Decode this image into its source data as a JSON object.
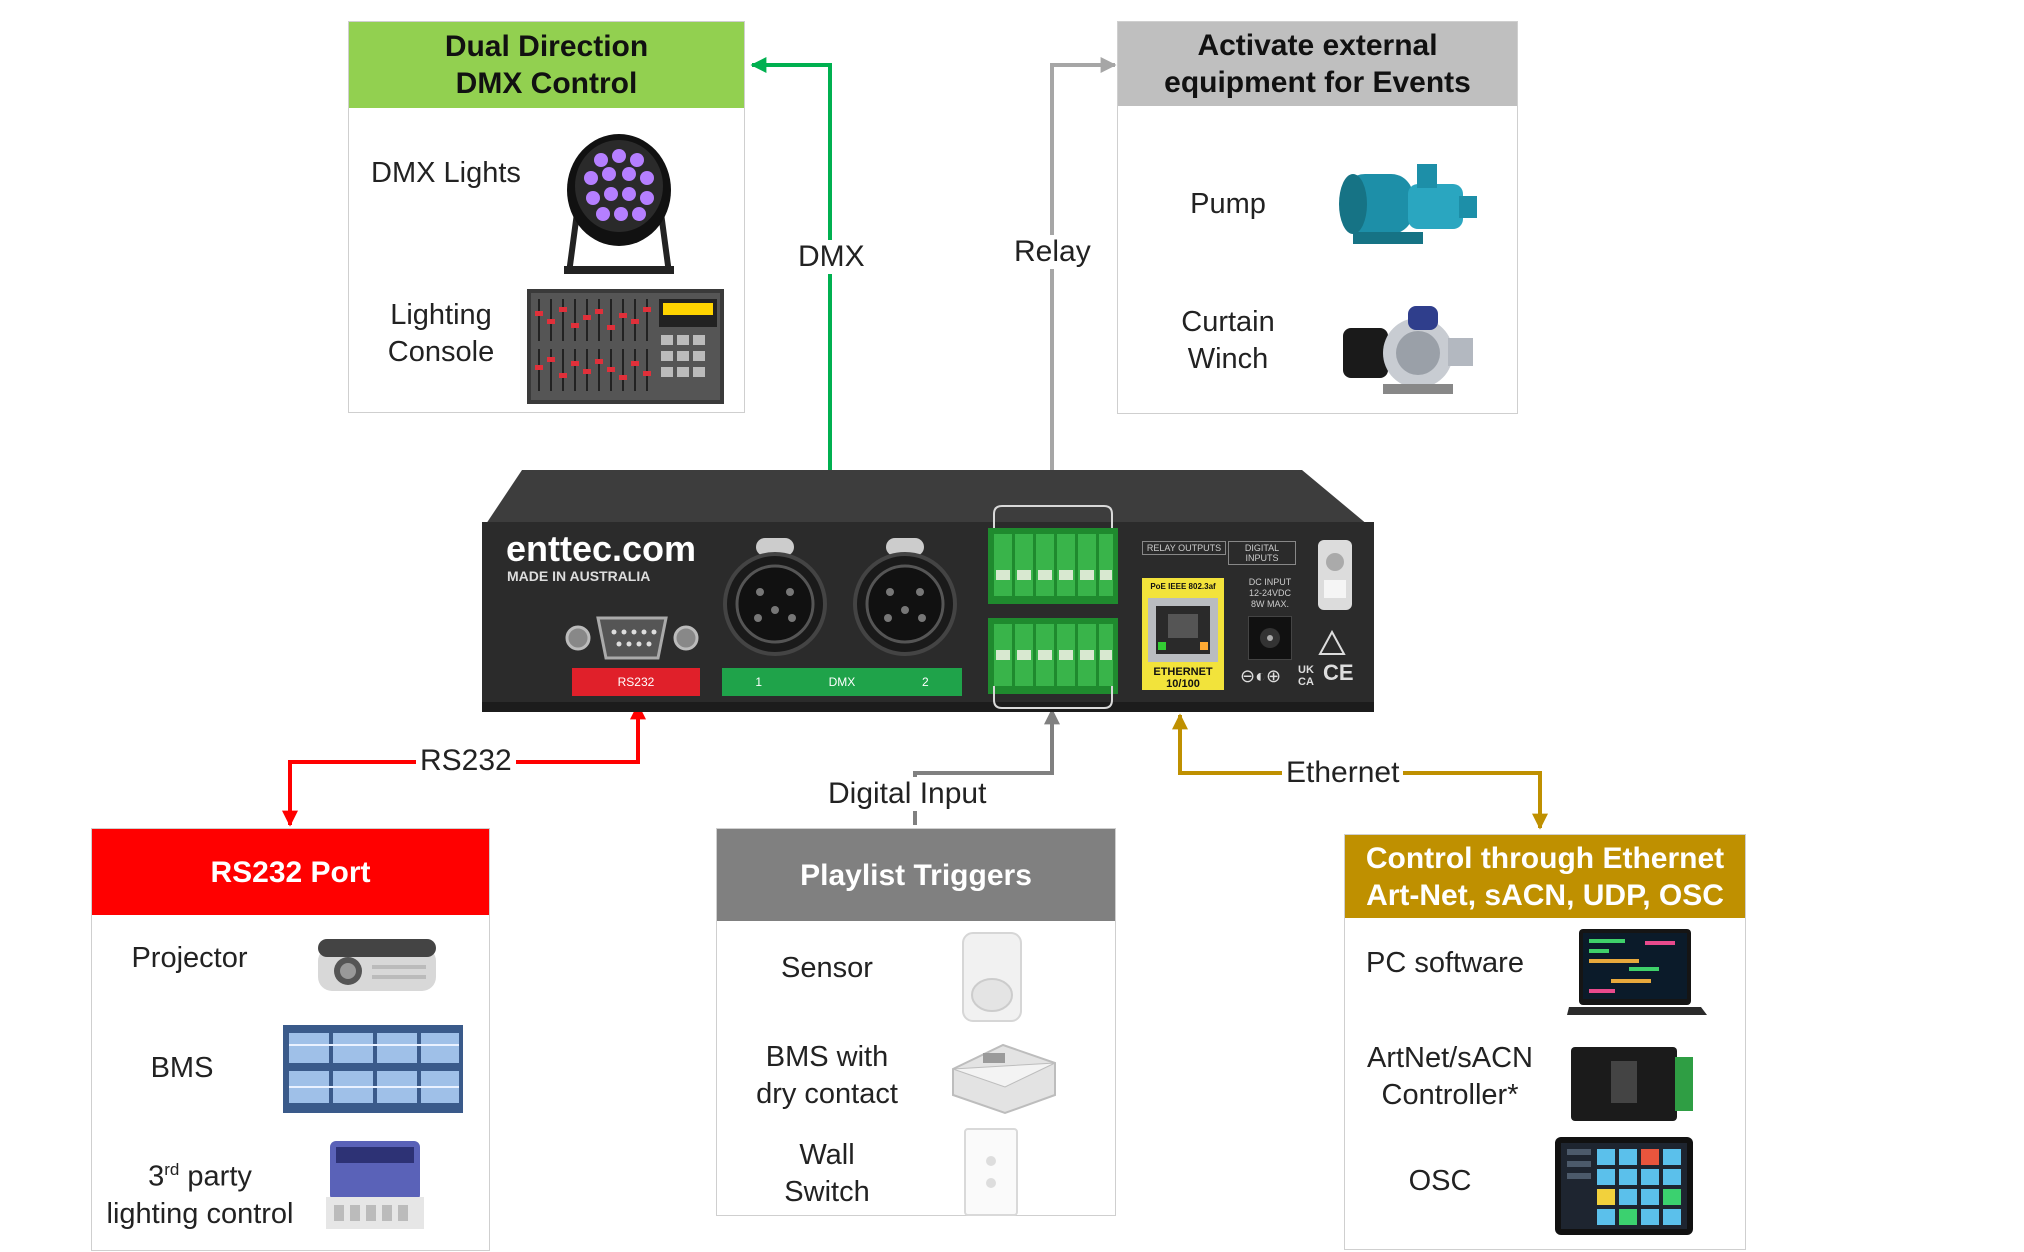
{
  "boxes": {
    "dmx": {
      "title_line1": "Dual Direction",
      "title_line2": "DMX Control",
      "color": "#92d050",
      "items": [
        {
          "label_line1": "DMX Lights",
          "label_line2": ""
        },
        {
          "label_line1": "Lighting",
          "label_line2": "Console"
        }
      ]
    },
    "events": {
      "title_line1": "Activate external",
      "title_line2": "equipment for Events",
      "color": "#bfbfbf",
      "items": [
        {
          "label_line1": "Pump",
          "label_line2": ""
        },
        {
          "label_line1": "Curtain",
          "label_line2": "Winch"
        }
      ]
    },
    "rs232": {
      "title": "RS232 Port",
      "color": "#ff0000",
      "items": [
        {
          "label_line1": "Projector",
          "label_line2": ""
        },
        {
          "label_line1": "BMS",
          "label_line2": ""
        },
        {
          "label_line1": "party",
          "label_sup_prefix": "3",
          "label_sup": "rd",
          "label_line2": "lighting control"
        }
      ]
    },
    "playlist": {
      "title": "Playlist Triggers",
      "color": "#808080",
      "items": [
        {
          "label_line1": "Sensor",
          "label_line2": ""
        },
        {
          "label_line1": "BMS with",
          "label_line2": "dry contact"
        },
        {
          "label_line1": "Wall",
          "label_line2": "Switch"
        }
      ]
    },
    "ethernet": {
      "title_line1": "Control through Ethernet",
      "title_line2": "Art-Net, sACN, UDP, OSC",
      "color": "#bf9000",
      "items": [
        {
          "label_line1": "PC software",
          "label_line2": ""
        },
        {
          "label_line1": "ArtNet/sACN",
          "label_line2": "Controller*"
        },
        {
          "label_line1": "OSC",
          "label_line2": ""
        }
      ]
    }
  },
  "connections": {
    "dmx": {
      "label": "DMX",
      "color": "#00b050"
    },
    "relay": {
      "label": "Relay",
      "color": "#a6a6a6"
    },
    "rs232": {
      "label": "RS232",
      "color": "#ff0000"
    },
    "digital_input": {
      "label": "Digital Input",
      "color": "#808080"
    },
    "ethernet": {
      "label": "Ethernet",
      "color": "#bf9000"
    }
  },
  "device": {
    "brand": "enttec.com",
    "made_in": "MADE IN AUSTRALIA",
    "rs232_label": "RS232",
    "dmx_label": "DMX",
    "dmx_port1": "1",
    "dmx_port2": "2",
    "relay_outputs": "RELAY OUTPUTS",
    "digital_inputs": "DIGITAL INPUTS",
    "poe": "PoE IEEE 802.3af",
    "ethernet_label1": "ETHERNET",
    "ethernet_label2": "10/100",
    "dc_input": "DC INPUT",
    "dc_spec1": "12-24VDC",
    "dc_spec2": "8W MAX.",
    "cert_uk": "UK CA",
    "cert_ce": "CE"
  }
}
